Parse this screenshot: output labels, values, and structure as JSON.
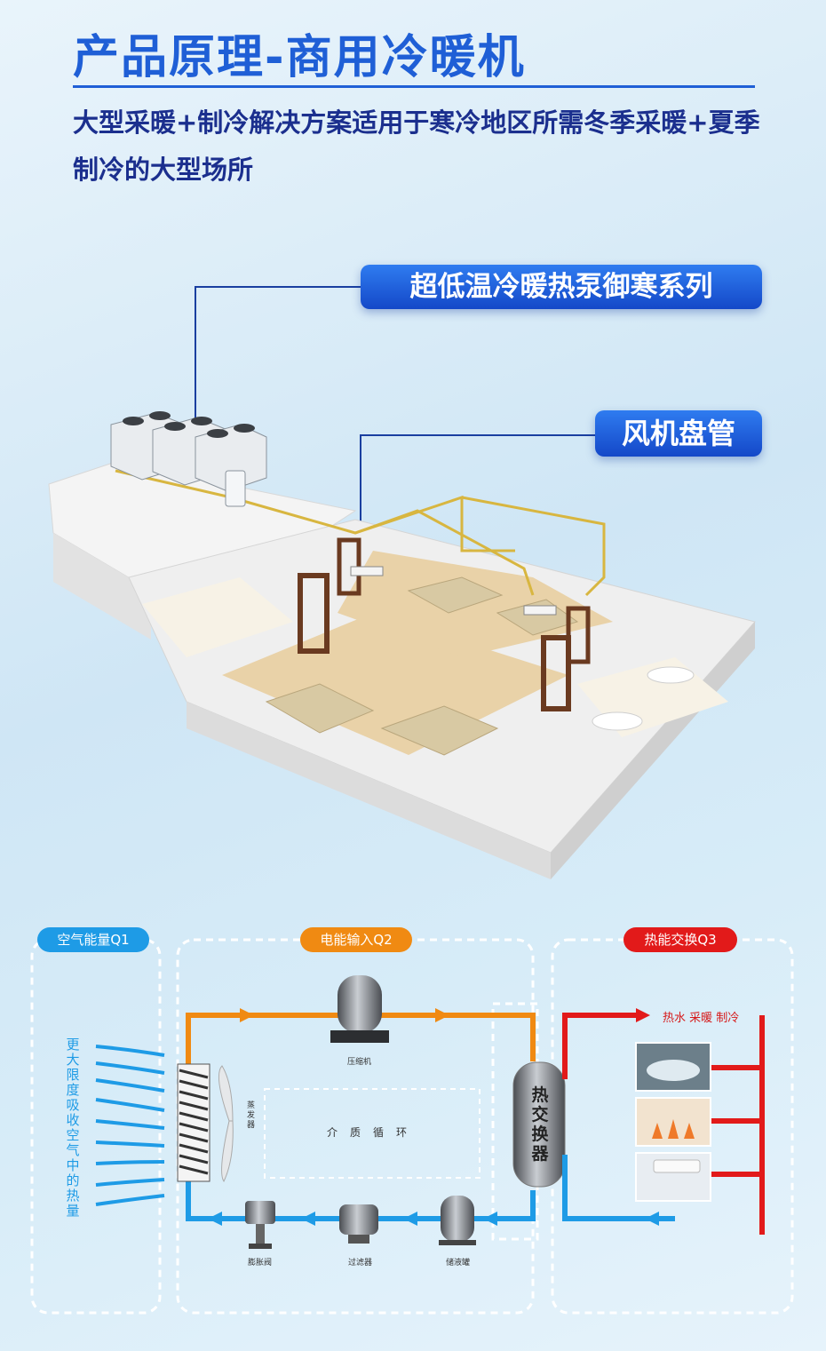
{
  "header": {
    "title": "产品原理-商用冷暖机",
    "subtitle": "大型采暖+制冷解决方案适用于寒冷地区所需冬季采暖+夏季制冷的大型场所"
  },
  "callouts": {
    "unit": "超低温冷暖热泵御寒系列",
    "fan_coil": "风机盘管"
  },
  "diagram": {
    "sections": {
      "air": "空气能量Q1",
      "electric": "电能输入Q2",
      "heat": "热能交换Q3"
    },
    "air_text": "更大限度吸收空气中的热量",
    "components": {
      "compressor": "压缩机",
      "evaporator": "蒸发器",
      "medium_loop": "介质循环",
      "heat_exchanger": "热交换器",
      "expansion_valve": "膨胀阀",
      "filter": "过滤器",
      "receiver": "储液罐"
    },
    "output": "热水 采暖 制冷"
  },
  "colors": {
    "title": "#1f5fd6",
    "air": "#1e9be6",
    "electric": "#f08a12",
    "heat": "#e21a1a"
  }
}
